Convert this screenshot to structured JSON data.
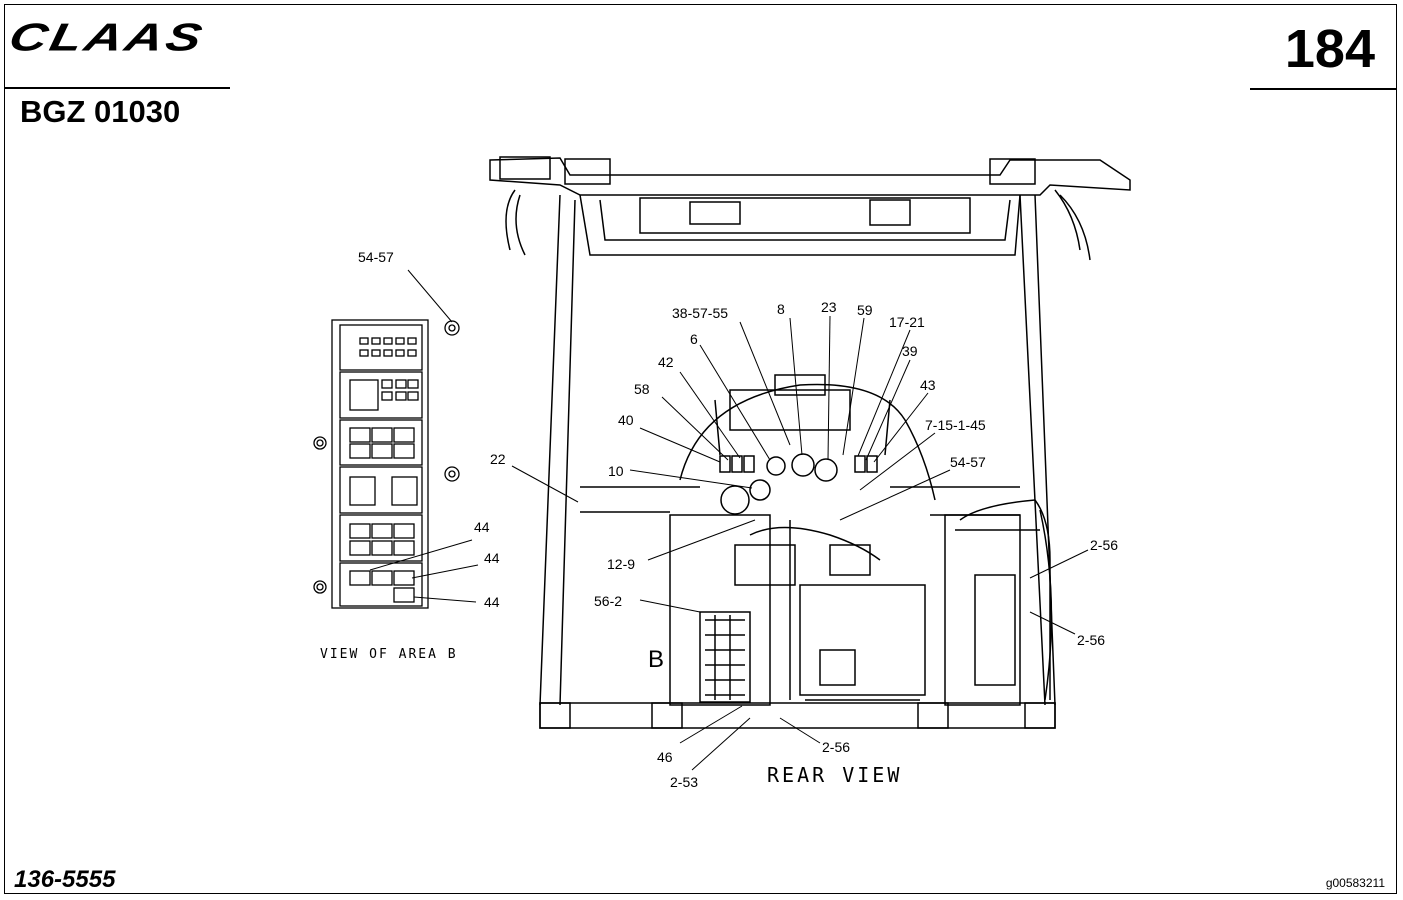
{
  "header": {
    "brand": "CLAAS",
    "page_number": "184",
    "doc_code": "BGZ 01030"
  },
  "footer": {
    "part_number": "136-5555",
    "image_id": "g00583211"
  },
  "diagram": {
    "inset_caption": "VIEW OF AREA B",
    "main_caption": "REAR VIEW",
    "area_marker": "B",
    "callouts": {
      "c_54_57_inset": "54-57",
      "c_44_a": "44",
      "c_44_b": "44",
      "c_44_c": "44",
      "c_22": "22",
      "c_38_57_55": "38-57-55",
      "c_8": "8",
      "c_23": "23",
      "c_59": "59",
      "c_17_21": "17-21",
      "c_6": "6",
      "c_39": "39",
      "c_42": "42",
      "c_43": "43",
      "c_58": "58",
      "c_40": "40",
      "c_7_15_1_45": "7-15-1-45",
      "c_54_57_main": "54-57",
      "c_10": "10",
      "c_12_9": "12-9",
      "c_56_2": "56-2",
      "c_2_56_a": "2-56",
      "c_2_56_b": "2-56",
      "c_2_56_c": "2-56",
      "c_46": "46",
      "c_2_53": "2-53"
    }
  }
}
